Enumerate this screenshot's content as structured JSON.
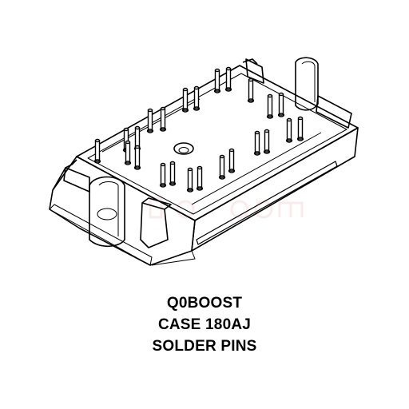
{
  "figure": {
    "line_color": "#000000",
    "background": "#ffffff",
    "watermark_color": "#f2dada",
    "watermark_text": "",
    "pin_count": 24
  },
  "caption": {
    "line1": "Q0BOOST",
    "line2": "CASE 180AJ",
    "line3": "SOLDER PINS"
  }
}
